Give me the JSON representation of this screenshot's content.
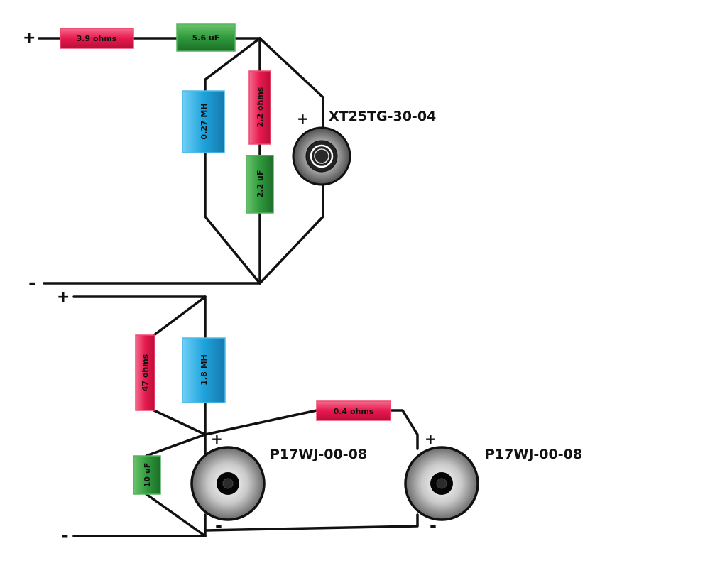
{
  "terminals": {
    "tweeter_pos": "+",
    "tweeter_neg": "-",
    "woofer_pos": "+",
    "woofer_neg": "-"
  },
  "components": {
    "r_3_9": "3.9 ohms",
    "c_5_6": "5.6 uF",
    "l_0_27": "0.27 MH",
    "r_2_2": "2.2 ohms",
    "c_2_2": "2.2 uF",
    "r_47": "47 ohms",
    "l_1_8": "1.8 MH",
    "r_0_4": "0.4 ohms",
    "c_10": "10 uF"
  },
  "speakers": {
    "tweeter": {
      "label": "XT25TG-30-04",
      "plus": "+"
    },
    "woofer_1": {
      "label": "P17WJ-00-08",
      "plus": "+",
      "minus": "-"
    },
    "woofer_2": {
      "label": "P17WJ-00-08",
      "plus": "+",
      "minus": "-"
    }
  },
  "colors": {
    "resistor": "#e8194e",
    "capacitor": "#2e9a3c",
    "inductor": "#1fa3dc",
    "wire": "#111111"
  }
}
